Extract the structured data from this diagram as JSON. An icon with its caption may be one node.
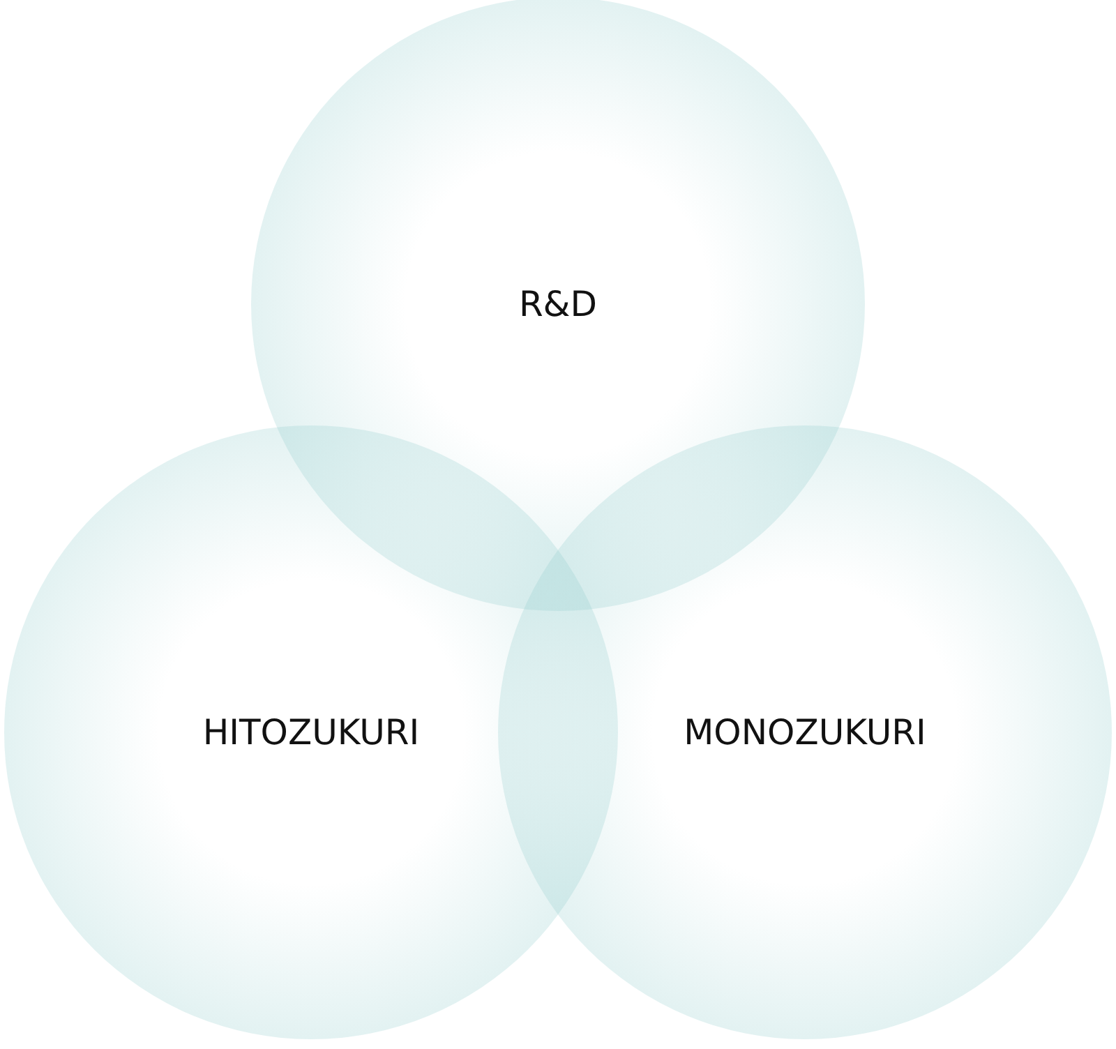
{
  "diagram": {
    "nodes": [
      {
        "text": [
          "R&D"
        ]
      },
      {
        "text": [
          "HITOZUKURI"
        ]
      },
      {
        "text": [
          "MONOZUKURI"
        ]
      }
    ]
  }
}
